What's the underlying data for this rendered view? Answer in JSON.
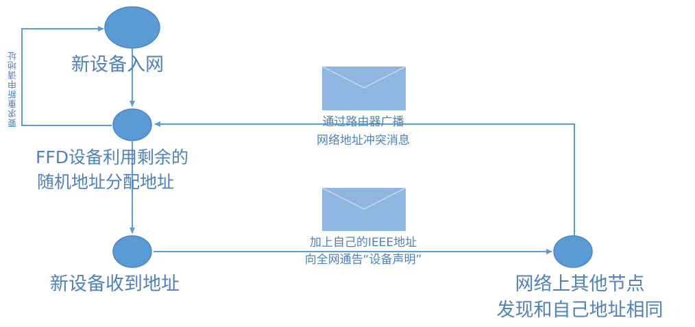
{
  "colors": {
    "node_fill": "#5b9bd5",
    "node_stroke": "#4a86c0",
    "edge": "#5b9bd5",
    "envelope_fill": "#8fb6e0",
    "envelope_line": "#c9dcf1",
    "text": "#4f81bd"
  },
  "nodes": {
    "new_device_join": "新设备入网",
    "ffd_assign": [
      "FFD设备利用剩余的",
      "随机地址分配地址"
    ],
    "device_receive": "新设备收到地址",
    "other_node_detect": [
      "网络上其他节点",
      "发现和自己地址相同"
    ]
  },
  "edges": {
    "reapply": "要求重新申请地址",
    "broadcast_conflict": [
      "通过路由器广播",
      "网络地址冲突消息"
    ],
    "announce": [
      "加上自己的IEEE地址",
      "向全网通告“设备声明”"
    ]
  },
  "icons": {
    "envelope_top": "envelope-icon",
    "envelope_bottom": "envelope-icon"
  }
}
